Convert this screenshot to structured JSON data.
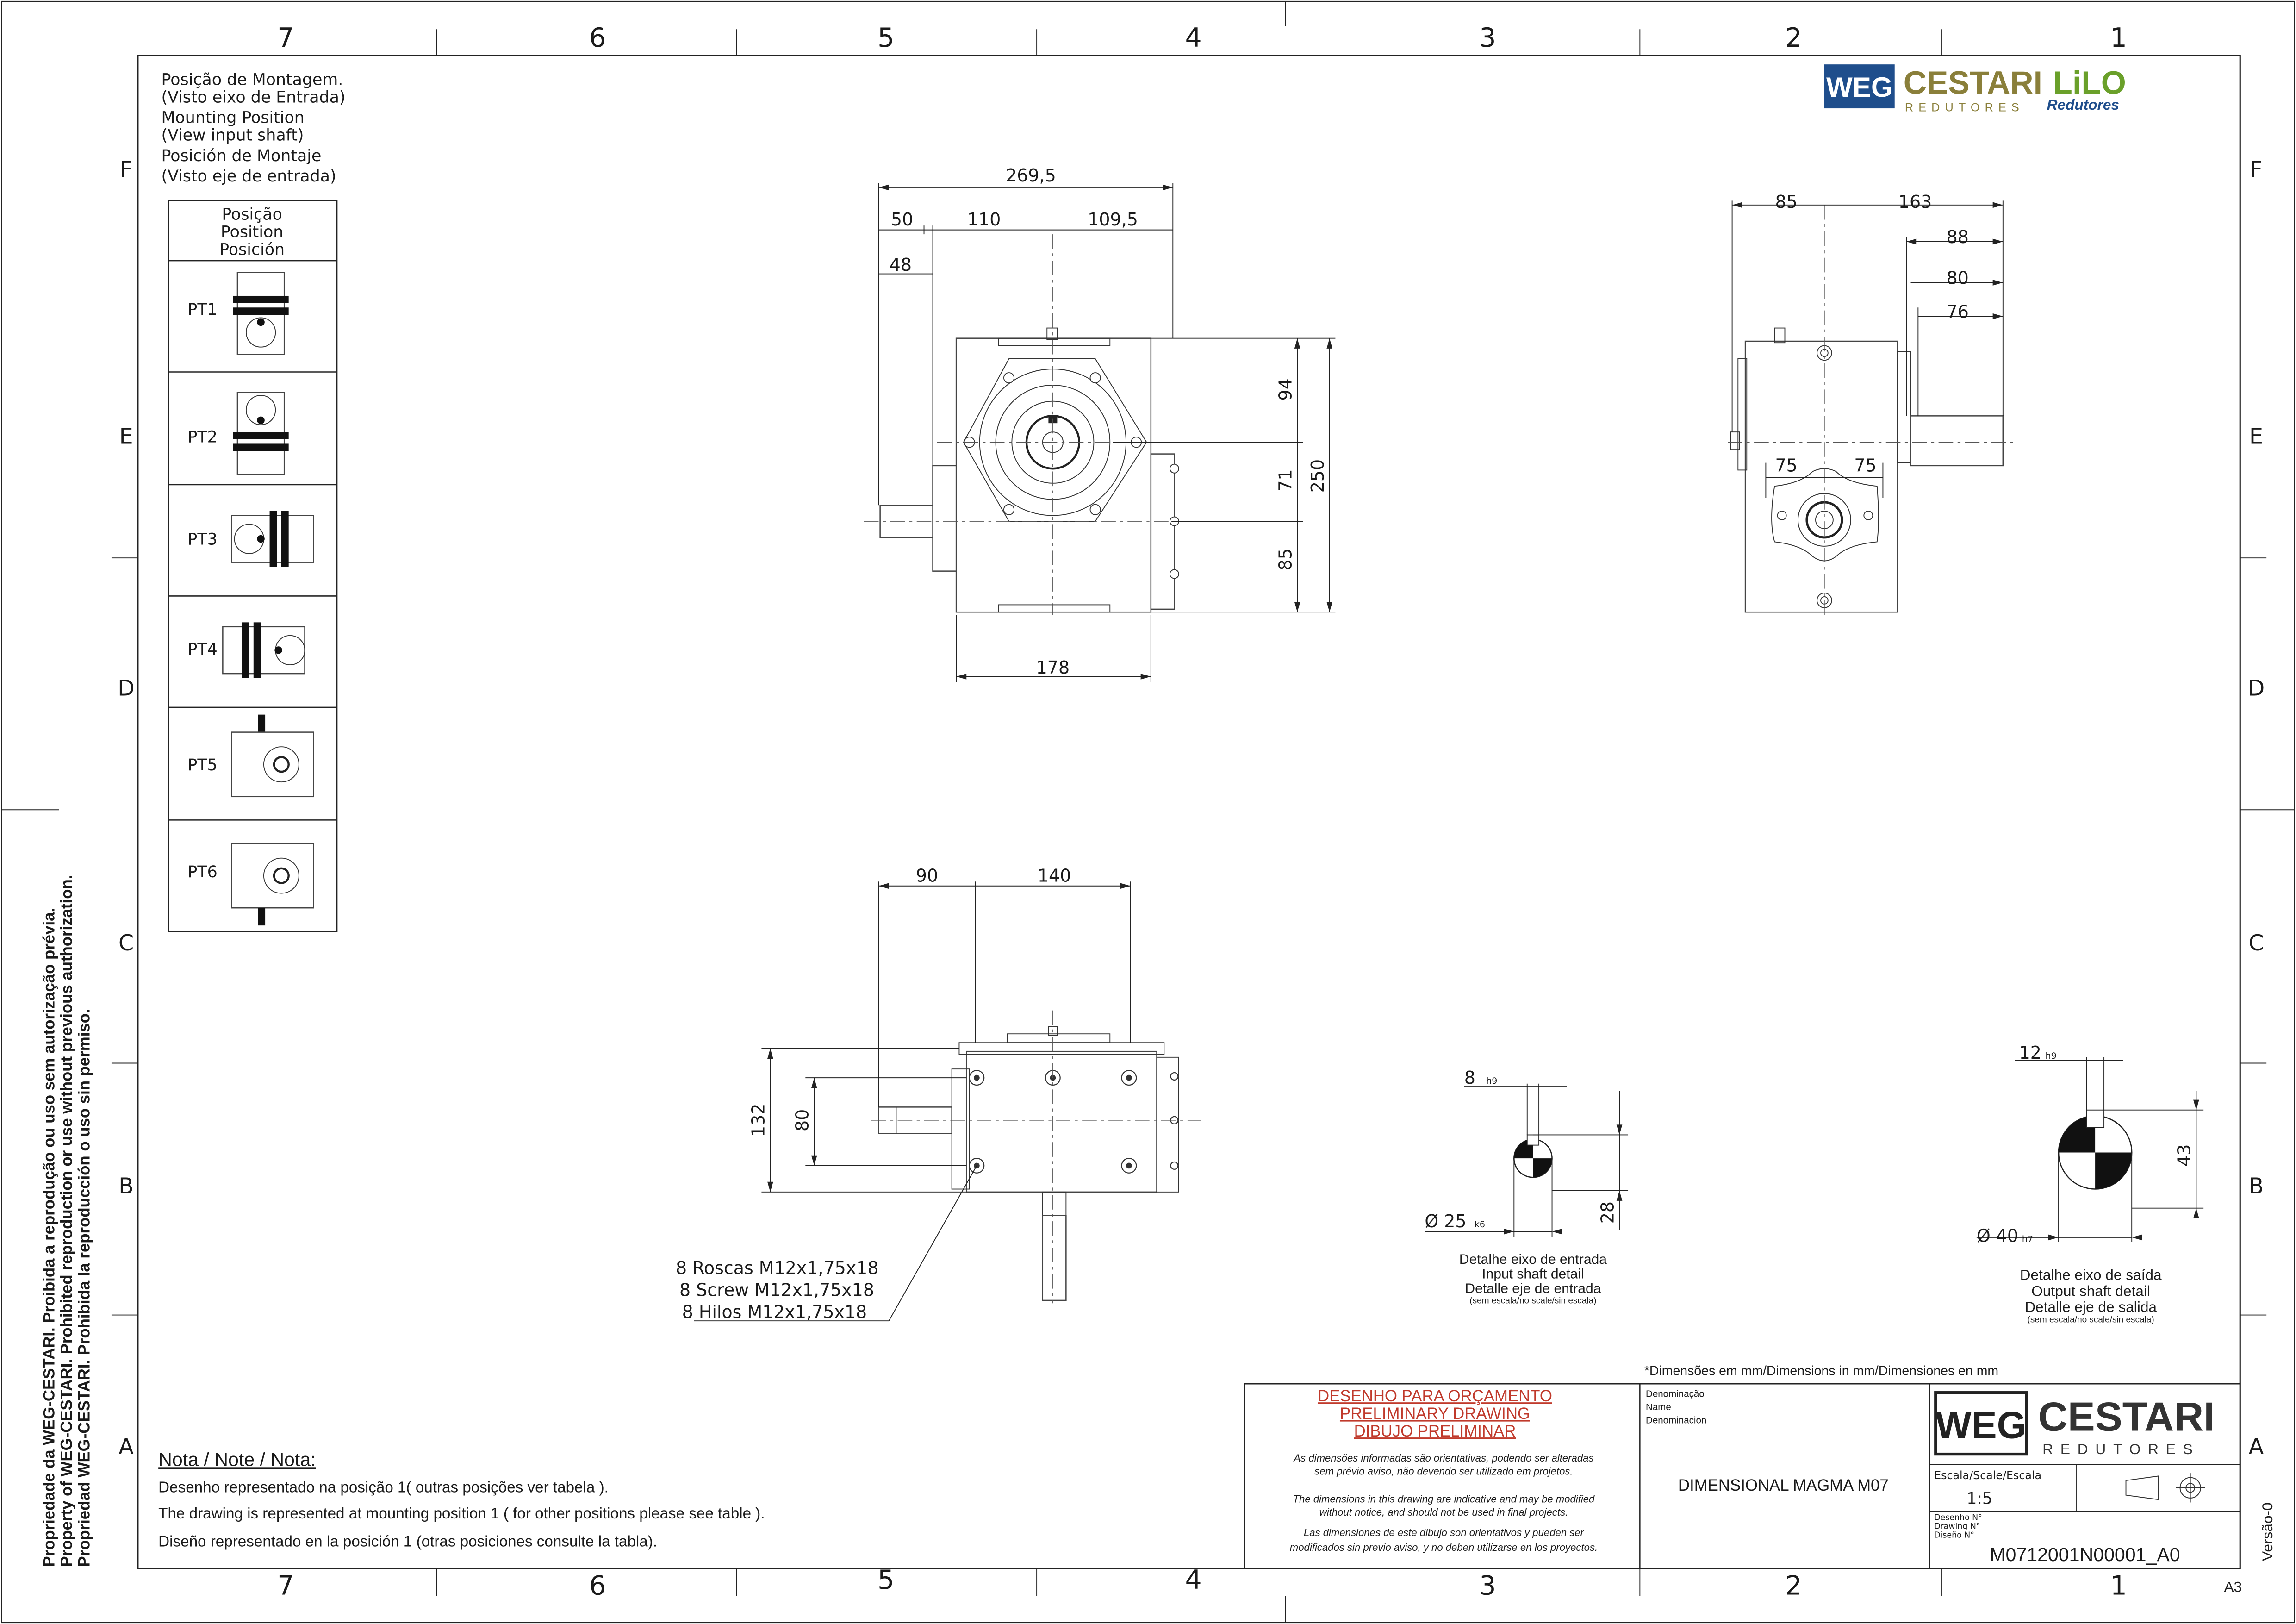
{
  "frame": {
    "columns_top": [
      "7",
      "6",
      "5",
      "4",
      "3",
      "2",
      "1"
    ],
    "columns_bottom": [
      "7",
      "6",
      "5",
      "4",
      "3",
      "2",
      "1"
    ],
    "rows_left": [
      "F",
      "E",
      "D",
      "C",
      "B",
      "A"
    ],
    "rows_right": [
      "F",
      "E",
      "D",
      "C",
      "B",
      "A"
    ]
  },
  "side_notice": [
    "Propriedade da WEG-CESTARI. Proibida a reprodução ou uso sem autorização prévia.",
    "Property of WEG-CESTARI. Prohibited reproduction or use without previous authorization.",
    "Propriedad WEG-CESTARI. Prohibida la reproducción o uso sin permiso."
  ],
  "logo_top": {
    "weg": "WEG",
    "cestari": "CESTARI",
    "lilo": "LiLO",
    "redutores": "REDUTORES",
    "redutores_script": "Redutores"
  },
  "mounting": {
    "heading": [
      "Posição de Montagem.",
      "(Visto eixo de Entrada)",
      "Mounting Position",
      "(View input shaft)",
      "Posición de Montaje",
      "(Visto eje de entrada)"
    ],
    "table_header": [
      "Posição",
      "Position",
      "Posición"
    ],
    "positions": [
      "PT1",
      "PT2",
      "PT3",
      "PT4",
      "PT5",
      "PT6"
    ]
  },
  "front_view": {
    "dims": [
      "269,5",
      "50",
      "110",
      "109,5",
      "48",
      "94",
      "71",
      "250",
      "85",
      "178"
    ]
  },
  "side_view": {
    "dims": [
      "85",
      "163",
      "88",
      "80",
      "76",
      "75",
      "75"
    ]
  },
  "bottom_view": {
    "dims": [
      "90",
      "140",
      "132",
      "80"
    ],
    "threads": [
      "8 Roscas M12x1,75x18",
      "8 Screw M12x1,75x18",
      "8 Hilos M12x1,75x18"
    ]
  },
  "input_detail": {
    "width": "8",
    "width_tol": "h9",
    "diameter": "Ø 25",
    "diameter_tol": "k6",
    "height": "28",
    "caption": [
      "Detalhe eixo de entrada",
      "Input shaft detail",
      "Detalle eje de entrada"
    ],
    "scale_note": "(sem escala/no scale/sin escala)"
  },
  "output_detail": {
    "width": "12",
    "width_tol": "h9",
    "diameter": "Ø 40",
    "diameter_tol": "h7",
    "height": "43",
    "caption": [
      "Detalhe eixo de saída",
      "Output shaft detail",
      "Detalle eje de salida"
    ],
    "scale_note": "(sem escala/no scale/sin escala)"
  },
  "units_note": "*Dimensões em mm/Dimensions in mm/Dimensiones en mm",
  "notes": {
    "title": "Nota / Note / Nota:",
    "lines": [
      "Desenho representado na posição 1( outras posições ver tabela ).",
      "The drawing is represented at mounting position 1 ( for other positions please see table ).",
      "Diseño representado en la posición 1 (otras posiciones consulte la tabla)."
    ]
  },
  "title_block": {
    "preliminary": [
      "DESENHO PARA ORÇAMENTO",
      "PRELIMINARY DRAWING",
      "DIBUJO PRELIMINAR"
    ],
    "disclaimer": [
      "As dimensões informadas são orientativas, podendo ser alteradas",
      "sem prévio aviso, não devendo ser utilizado em projetos.",
      "The dimensions in this drawing are indicative and may be modified",
      "without notice, and should not be used in final projects.",
      "Las dimensiones de este dibujo son orientativos y pueden ser",
      "modificados sin previo aviso, y no deben utilizarse en los proyectos."
    ],
    "name_labels": [
      "Denominação",
      "Name",
      "Denominacion"
    ],
    "name_value": "DIMENSIONAL MAGMA M07",
    "logo_weg": "WEG",
    "logo_cestari": "CESTARI",
    "logo_redutores": "REDUTORES",
    "scale_label": "Escala/Scale/Escala",
    "scale_value": "1:5",
    "drawing_labels": [
      "Desenho N°",
      "Drawing N°",
      "Diseño N°"
    ],
    "drawing_number": "M0712001N00001_A0",
    "version": "Versão-0",
    "sheet_size": "A3"
  }
}
